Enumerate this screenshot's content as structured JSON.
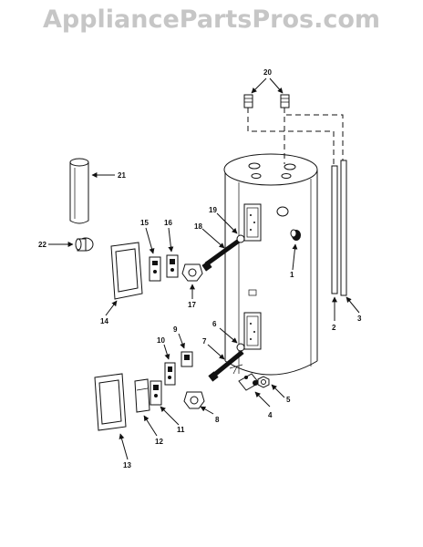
{
  "watermark": {
    "text": "AppliancePartsPros.com"
  },
  "callouts": [
    {
      "id": "20",
      "text": "20"
    },
    {
      "id": "21",
      "text": "21"
    },
    {
      "id": "22",
      "text": "22"
    },
    {
      "id": "15",
      "text": "15"
    },
    {
      "id": "16",
      "text": "16"
    },
    {
      "id": "18",
      "text": "18"
    },
    {
      "id": "19",
      "text": "19"
    },
    {
      "id": "1",
      "text": "1"
    },
    {
      "id": "14",
      "text": "14"
    },
    {
      "id": "17",
      "text": "17"
    },
    {
      "id": "2",
      "text": "2"
    },
    {
      "id": "3",
      "text": "3"
    },
    {
      "id": "6",
      "text": "6"
    },
    {
      "id": "9",
      "text": "9"
    },
    {
      "id": "10",
      "text": "10"
    },
    {
      "id": "7",
      "text": "7"
    },
    {
      "id": "5",
      "text": "5"
    },
    {
      "id": "4",
      "text": "4"
    },
    {
      "id": "8",
      "text": "8"
    },
    {
      "id": "11",
      "text": "11"
    },
    {
      "id": "12",
      "text": "12"
    },
    {
      "id": "13",
      "text": "13"
    }
  ]
}
